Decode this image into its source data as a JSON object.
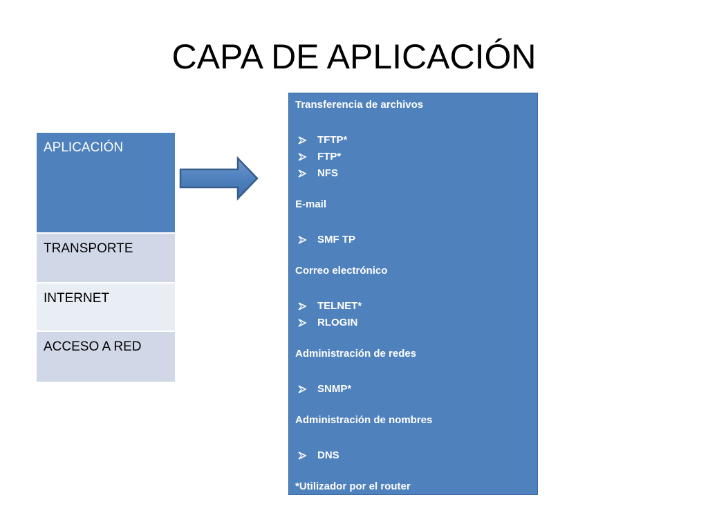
{
  "title": "CAPA DE APLICACIÓN",
  "stack": {
    "layers": [
      "APLICACIÓN",
      "TRANSPORTE",
      "INTERNET",
      "ACCESO A RED"
    ]
  },
  "panel": {
    "groups": [
      {
        "heading": "Transferencia de archivos",
        "items": [
          "TFTP*",
          "FTP*",
          "NFS"
        ]
      },
      {
        "heading": "E-mail",
        "items": [
          "SMF TP"
        ]
      },
      {
        "heading": "Correo electrónico",
        "items": [
          "TELNET*",
          "RLOGIN"
        ]
      },
      {
        "heading": "Administración de redes",
        "items": [
          "SNMP*"
        ]
      },
      {
        "heading": "Administración de nombres",
        "items": [
          "DNS"
        ]
      }
    ],
    "footnote": "*Utilizador por el router"
  },
  "colors": {
    "accent": "#4f81bd",
    "layer_light": "#d0d8e8",
    "layer_lighter": "#e9edf4",
    "arrow_outline": "#385d8a"
  }
}
